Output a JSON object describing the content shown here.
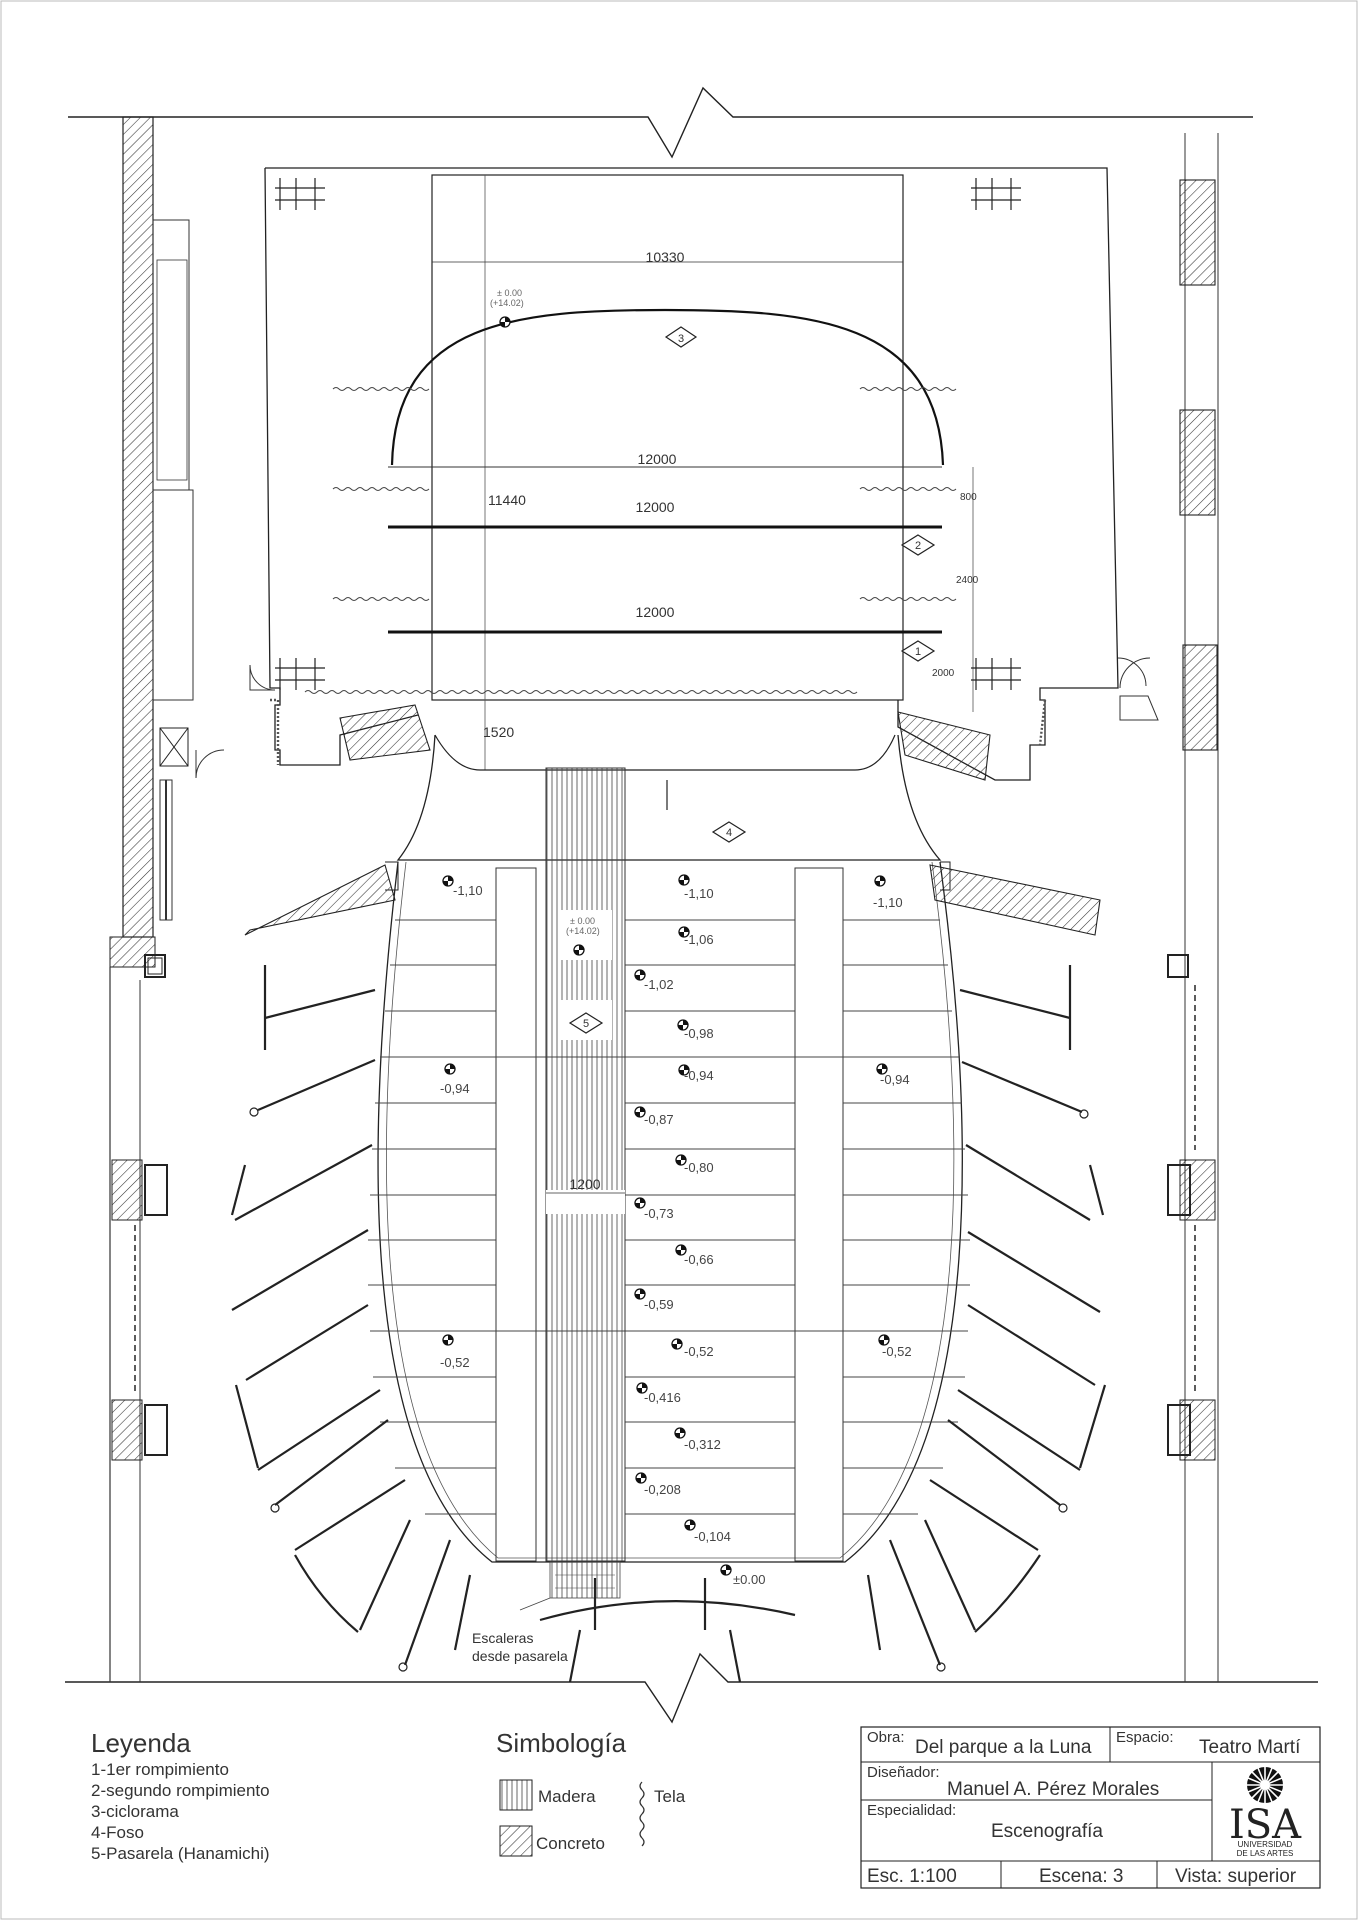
{
  "plan": {
    "dimensions": {
      "stage_width": "10330",
      "line_a": "12000",
      "line_b": "12000",
      "line_c": "12000",
      "depth": "11440",
      "apron": "1520",
      "spacing_1": "800",
      "spacing_2": "2400",
      "spacing_3": "2000",
      "walkway": "1200"
    },
    "stage_level": [
      "± 0.00",
      "(+14.02)"
    ],
    "walkway_level": [
      "± 0.00",
      "(+14.02)"
    ],
    "tags": {
      "t1": "1",
      "t2": "2",
      "t3": "3",
      "t4": "4",
      "t5": "5"
    },
    "levels": {
      "left": [
        "-1,10",
        "-0,94",
        "-0,52"
      ],
      "right": [
        "-1,10",
        "-0,94",
        "-0,52"
      ],
      "center": [
        "-1,10",
        "-1,06",
        "-1,02",
        "-0,98",
        "-0,94",
        "-0,87",
        "-0,80",
        "-0,73",
        "-0,66",
        "-0,59",
        "-0,52",
        "-0,416",
        "-0,312",
        "-0,208",
        "-0,104",
        "±0.00"
      ]
    },
    "stairs_note": [
      "Escaleras",
      "desde pasarela"
    ]
  },
  "legend": {
    "title": "Leyenda",
    "items": [
      "1-1er rompimiento",
      "2-segundo rompimiento",
      "3-ciclorama",
      "4-Foso",
      "5-Pasarela (Hanamichi)"
    ]
  },
  "symbology": {
    "title": "Simbología",
    "madera": "Madera",
    "concreto": "Concreto",
    "tela": "Tela"
  },
  "titleblock": {
    "obra_label": "Obra:",
    "obra": "Del parque a la Luna",
    "espacio_label": "Espacio:",
    "espacio": "Teatro Martí",
    "disenador_label": "Diseñador:",
    "disenador": "Manuel A. Pérez Morales",
    "especialidad_label": "Especialidad:",
    "especialidad": "Escenografía",
    "escala": "Esc. 1:100",
    "escena": "Escena: 3",
    "vista": "Vista: superior",
    "logo_text": "ISA",
    "logo_sub_1": "UNIVERSIDAD",
    "logo_sub_2": "DE LAS ARTES"
  }
}
